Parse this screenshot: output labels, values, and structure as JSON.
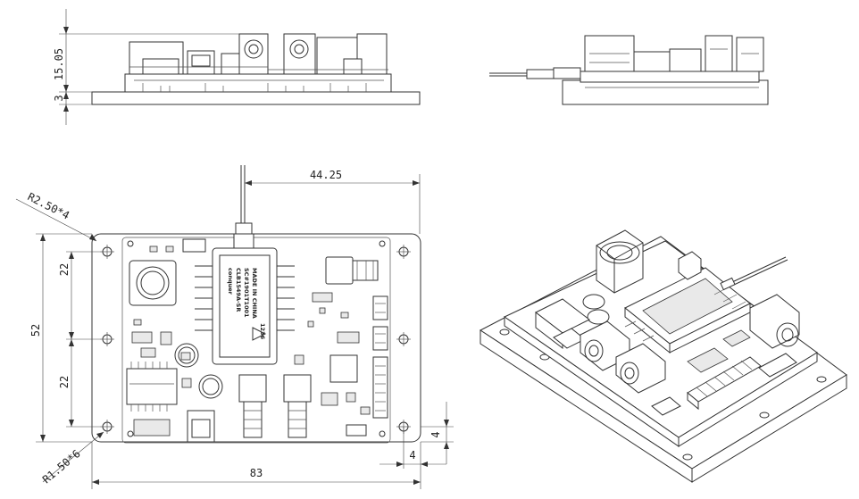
{
  "dimensions": {
    "height_top": "15.05",
    "base_thickness": "3",
    "overall_width_top": "44.25",
    "hole_radius_corner": "R2.50*4",
    "hole_radius_small": "R1.50*6",
    "vertical_total": "52",
    "vertical_upper": "22",
    "vertical_lower": "22",
    "overall_width": "83",
    "edge_offset_x": "4",
    "edge_offset_y": "4"
  },
  "module_label": {
    "brand": "conquer",
    "line1": "CLB1549A-SR",
    "line2": "SC#1901T1001",
    "line3": "MADE IN CHINA",
    "code": "1236"
  }
}
